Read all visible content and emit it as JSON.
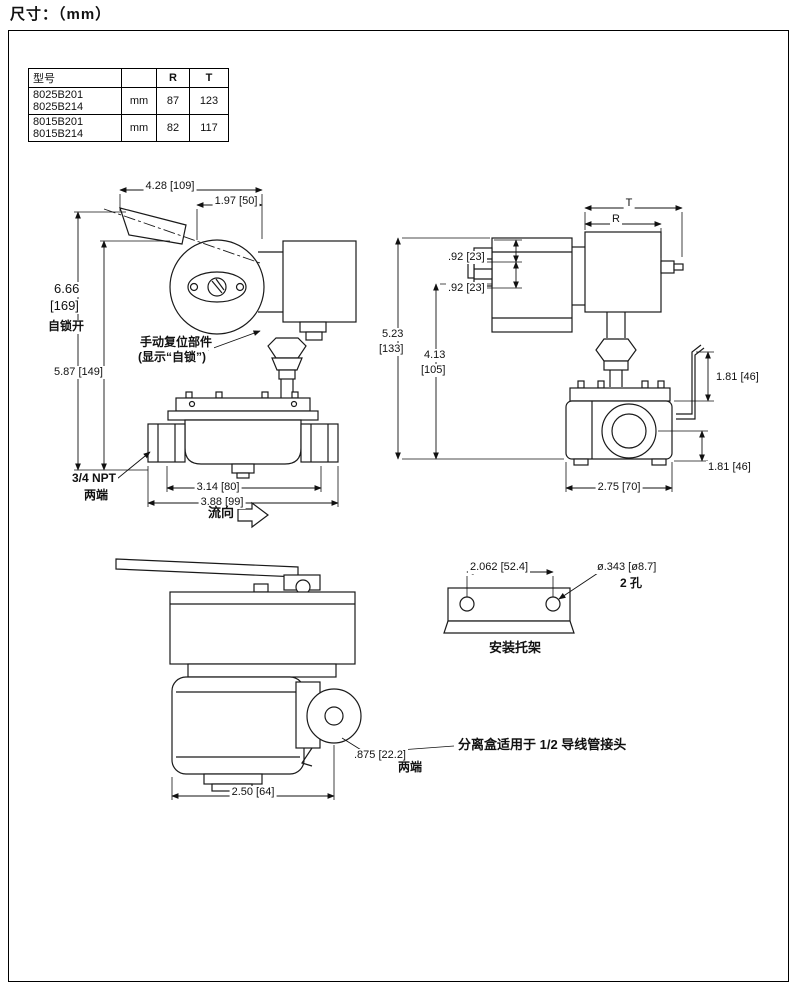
{
  "title": "尺寸：（mm）",
  "table": {
    "header": {
      "model": "型号",
      "unit": "",
      "r": "R",
      "t": "T"
    },
    "rows": [
      {
        "model_a": "8025B201",
        "model_b": "8025B214",
        "unit": "mm",
        "r": "87",
        "t": "123"
      },
      {
        "model_a": "8015B201",
        "model_b": "8015B214",
        "unit": "mm",
        "r": "82",
        "t": "117"
      }
    ]
  },
  "front_view": {
    "dim_overall_width": "4.28 [109]",
    "dim_handle": "1.97 [50]",
    "dim_height_in": "6.66",
    "dim_height_mm": "[169]",
    "label_lock_open": "自锁开",
    "dim_height2": "5.87 [149]",
    "label_manual_reset_line1": "手动复位部件",
    "label_manual_reset_line2": "(显示“自锁”)",
    "label_npt": "3/4 NPT",
    "label_both_ends": "两端",
    "dim_port_span": "3.14 [80]",
    "dim_overall_body": "3.88 [99]",
    "label_flow": "流向"
  },
  "side_view": {
    "dim_t": "T",
    "dim_r": "R",
    "dim_conduit_top": ".92 [23]",
    "dim_conduit_bottom": ".92 [23]",
    "dim_height_in": "5.23",
    "dim_height_mm": "[133]",
    "dim_height2_in": "4.13",
    "dim_height2_mm": "[105]",
    "dim_bracket_top": "1.81 [46]",
    "dim_bracket_bottom": "1.81 [46]",
    "dim_depth": "2.75 [70]"
  },
  "bottom_view": {
    "dim_knockout": ".875 [22.2]",
    "label_both_ends": "两端",
    "dim_width": "2.50 [64]",
    "label_junction_note": "分离盒适用于 1/2 导线管接头"
  },
  "bracket_view": {
    "dim_hole_span": "2.062 [52.4]",
    "dim_hole_dia": "ø.343 [ø8.7]",
    "label_hole_count": "2 孔",
    "label_name": "安装托架"
  }
}
